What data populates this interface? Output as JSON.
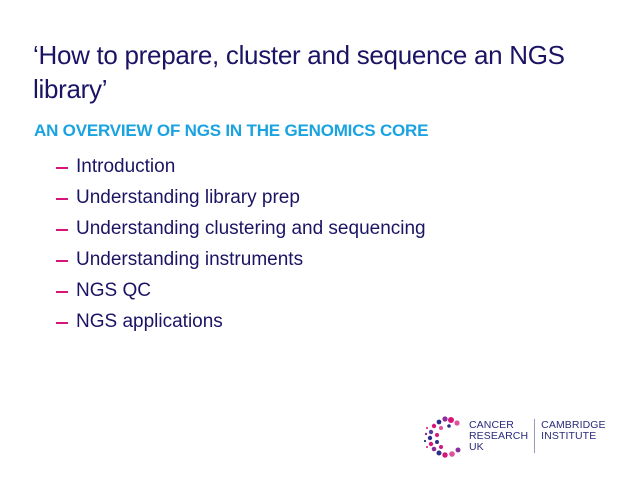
{
  "slide": {
    "title": "‘How to prepare, cluster and sequence an NGS library’",
    "heading": "AN OVERVIEW OF NGS IN THE GENOMICS CORE",
    "bullets": [
      "Introduction",
      "Understanding library prep",
      "Understanding clustering and sequencing",
      "Understanding instruments",
      "NGS QC",
      "NGS applications"
    ],
    "bullet_marker": "–"
  },
  "logo": {
    "icon": "cruk-c-icon",
    "org_lines": [
      "CANCER",
      "RESEARCH",
      "UK"
    ],
    "institute_lines": [
      "CAMBRIDGE",
      "INSTITUTE"
    ]
  },
  "colors": {
    "title": "#1b1464",
    "heading": "#1aa3e0",
    "bullet_marker": "#d6147a",
    "bullet_text": "#1b1464"
  }
}
